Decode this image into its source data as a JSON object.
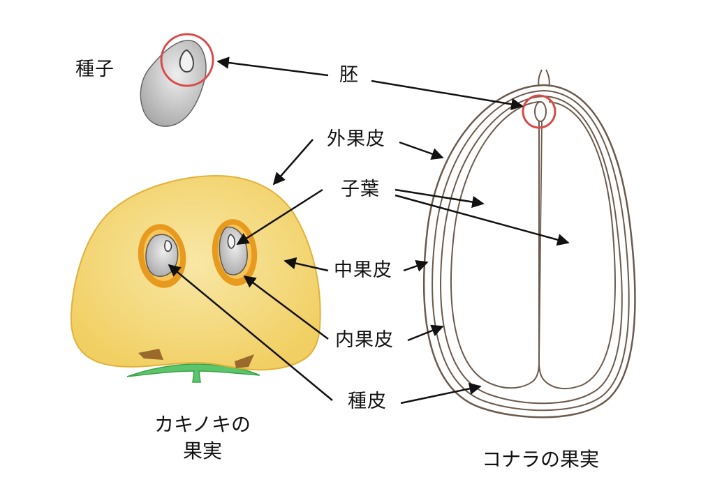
{
  "labels": {
    "seed": "種子",
    "embryo": "胚",
    "exocarp": "外果皮",
    "cotyledon": "子葉",
    "mesocarp": "中果皮",
    "endocarp": "内果皮",
    "seed_coat": "種皮"
  },
  "captions": {
    "persimmon_line1": "カキノキの",
    "persimmon_line2": "果実",
    "oak": "コナラの果実"
  },
  "colors": {
    "persimmon_flesh": "#f4d77a",
    "persimmon_outline": "#e5b53a",
    "locule_ring": "#e59a1e",
    "calyx_green": "#4cbf5a",
    "calyx_brown": "#9a6a2c",
    "acorn_line": "#6b5a4c",
    "seed_gray": "#cfcfcf",
    "highlight_circle": "#d94a48",
    "arrow": "#111111"
  }
}
